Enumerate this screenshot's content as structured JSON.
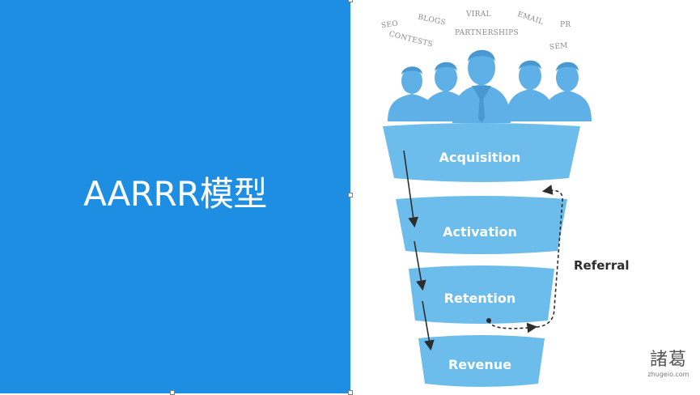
{
  "slide": {
    "title": "AARRR模型"
  },
  "channels": [
    "SEO",
    "BLOGS",
    "VIRAL",
    "EMAIL",
    "PR",
    "CONTESTS",
    "PARTNERSHIPS",
    "SEM"
  ],
  "funnel": {
    "stages": [
      "Acquisition",
      "Activation",
      "Retention",
      "Revenue"
    ],
    "referral_label": "Referral"
  },
  "logo": {
    "mark": "諸葛",
    "domain": "zhugeio.com"
  },
  "colors": {
    "panel_blue": "#1e8ee3",
    "funnel_blue": "#6cbcec",
    "people_blue": "#5fb0e6",
    "people_dark": "#4a98d2",
    "arrow": "#2d2d2d"
  },
  "icons": [
    "people-group-icon",
    "arrow-down-icon",
    "dashed-loop-arrow-icon"
  ]
}
